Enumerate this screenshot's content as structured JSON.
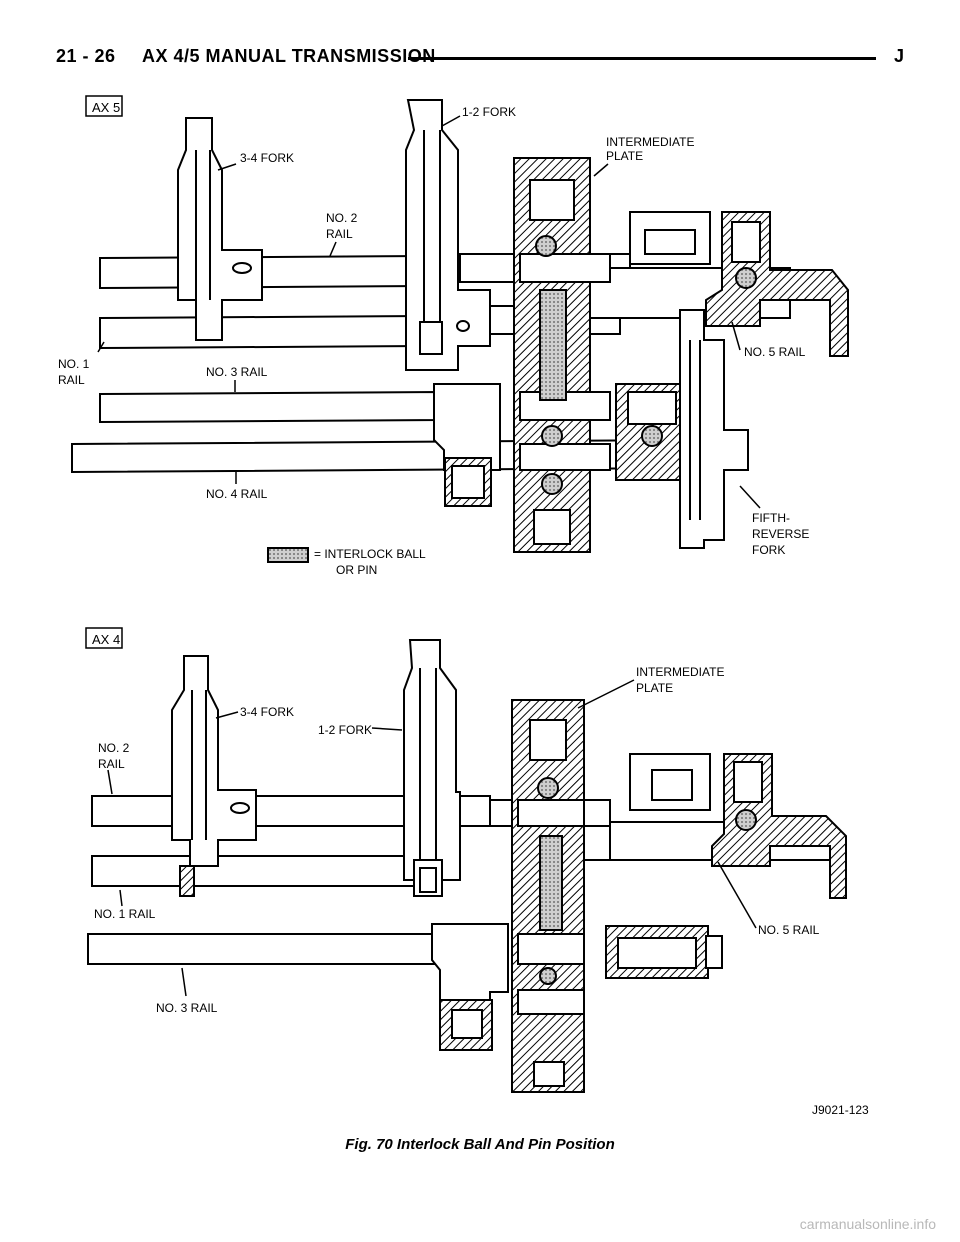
{
  "header": {
    "page_number": "21 - 26",
    "section_title": "AX 4/5 MANUAL TRANSMISSION",
    "manual_code": "J"
  },
  "figure": {
    "ax5": {
      "tag": "AX 5",
      "labels": {
        "fork_34": "3-4 FORK",
        "fork_12": "1-2 FORK",
        "intermediate_plate_1": "INTERMEDIATE",
        "intermediate_plate_2": "PLATE",
        "no2_rail_1": "NO. 2",
        "no2_rail_2": "RAIL",
        "no1_rail_1": "NO. 1",
        "no1_rail_2": "RAIL",
        "no3_rail": "NO. 3 RAIL",
        "no4_rail": "NO. 4 RAIL",
        "no5_rail": "NO. 5 RAIL",
        "fifth_reverse_1": "FIFTH-",
        "fifth_reverse_2": "REVERSE",
        "fifth_reverse_3": "FORK",
        "legend_1": "= INTERLOCK BALL",
        "legend_2": "OR PIN"
      }
    },
    "ax4": {
      "tag": "AX 4",
      "labels": {
        "intermediate_plate_1": "INTERMEDIATE",
        "intermediate_plate_2": "PLATE",
        "fork_34": "3-4 FORK",
        "fork_12": "1-2 FORK",
        "no2_rail_1": "NO. 2",
        "no2_rail_2": "RAIL",
        "no1_rail": "NO. 1 RAIL",
        "no5_rail": "NO. 5 RAIL",
        "no3_rail": "NO. 3 RAIL"
      }
    },
    "drawing_code": "J9021-123"
  },
  "caption": "Fig. 70 Interlock Ball And Pin Position",
  "watermark": "carmanualsonline.info"
}
